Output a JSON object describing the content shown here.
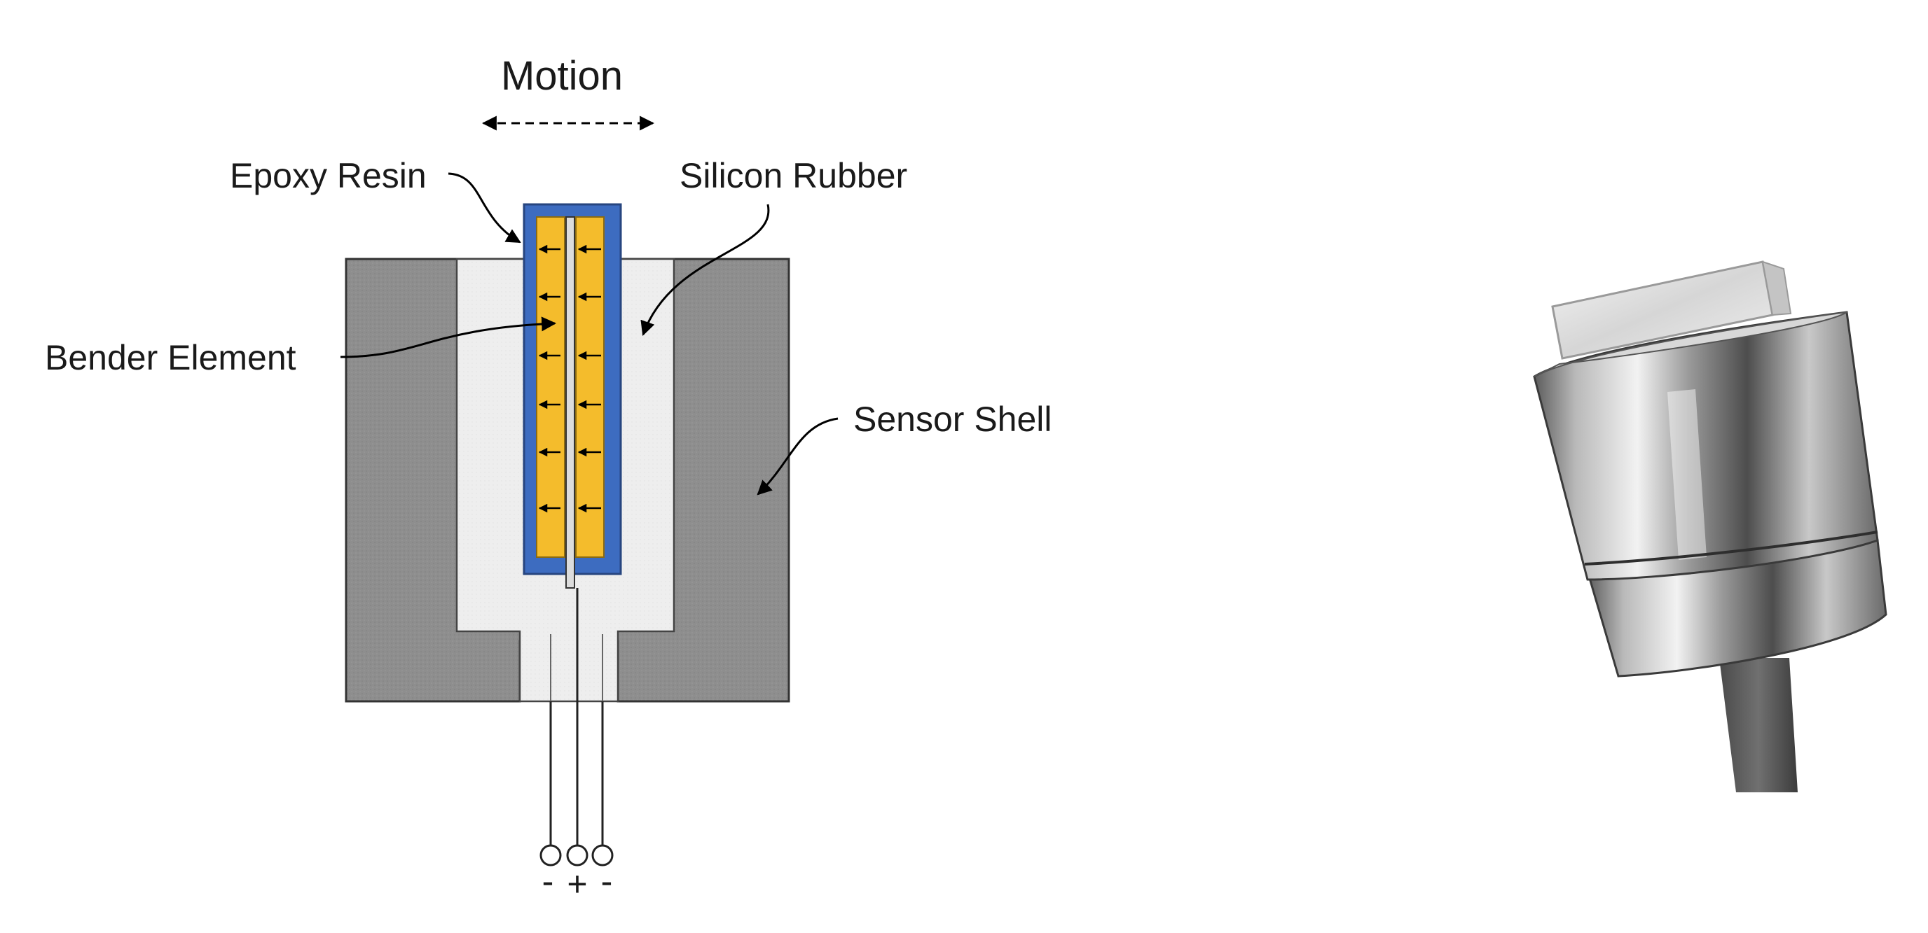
{
  "diagram": {
    "motion_label": "Motion",
    "labels": {
      "epoxy_resin": "Epoxy Resin",
      "silicon_rubber": "Silicon Rubber",
      "bender_element": "Bender Element",
      "sensor_shell": "Sensor Shell"
    },
    "terminals": [
      "-",
      "+",
      "-"
    ],
    "colors": {
      "shell": "#8c8c8c",
      "rubber": "#ececec",
      "epoxy": "#3d6cc0",
      "element": "#f4bc2c",
      "arrows": "#000000"
    }
  },
  "photo": {
    "subject": "bender-element-sensor-photo",
    "colors": {
      "metal_light": "#e6e6e6",
      "metal_dark": "#4a4a4a",
      "cable": "#555555",
      "cap": "#dcdcdc"
    }
  }
}
